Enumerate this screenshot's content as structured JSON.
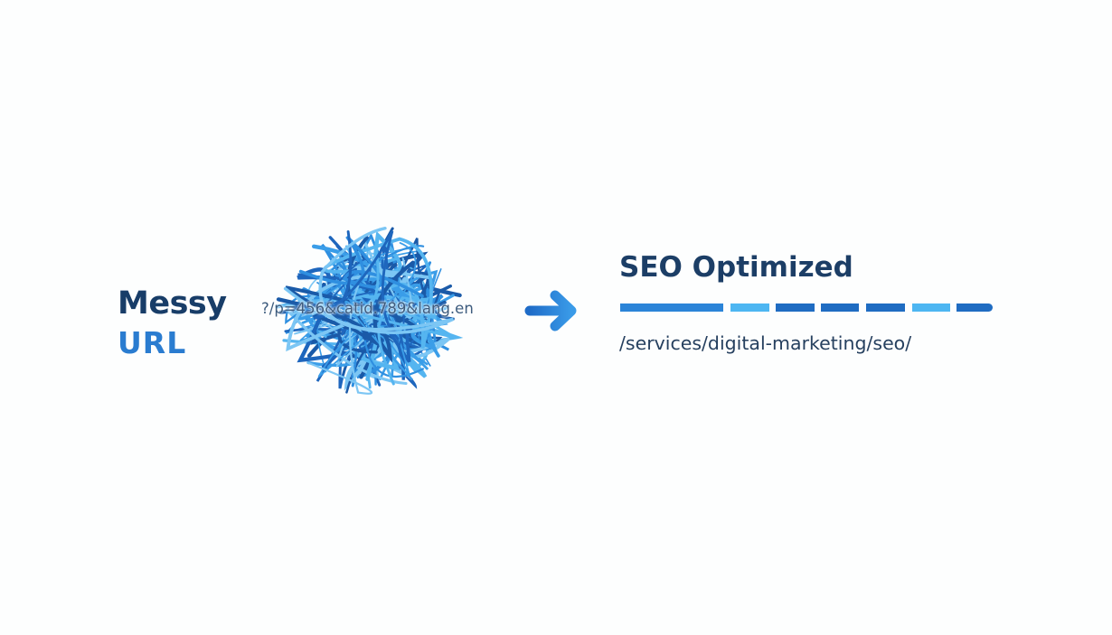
{
  "left": {
    "line1": "Messy",
    "line2": "URL"
  },
  "messy_url": "?/p=456&catid.789&lang.en",
  "right": {
    "title": "SEO Optimized",
    "clean_url": "/services/digital-marketing/seo/"
  },
  "icons": {
    "arrow": "arrow-right-icon",
    "scribble": "tangled-scribble"
  },
  "colors": {
    "dark_navy": "#1c3e66",
    "blue": "#2a7cd0",
    "light_blue": "#4db3f0",
    "mid_blue": "#1e6bc0"
  },
  "dash_colors": [
    "#2b84d8",
    "#4db6f2",
    "#1f6cc2",
    "#1f6cc2",
    "#1f6cc2",
    "#4db6f2",
    "#1f6cc2"
  ]
}
